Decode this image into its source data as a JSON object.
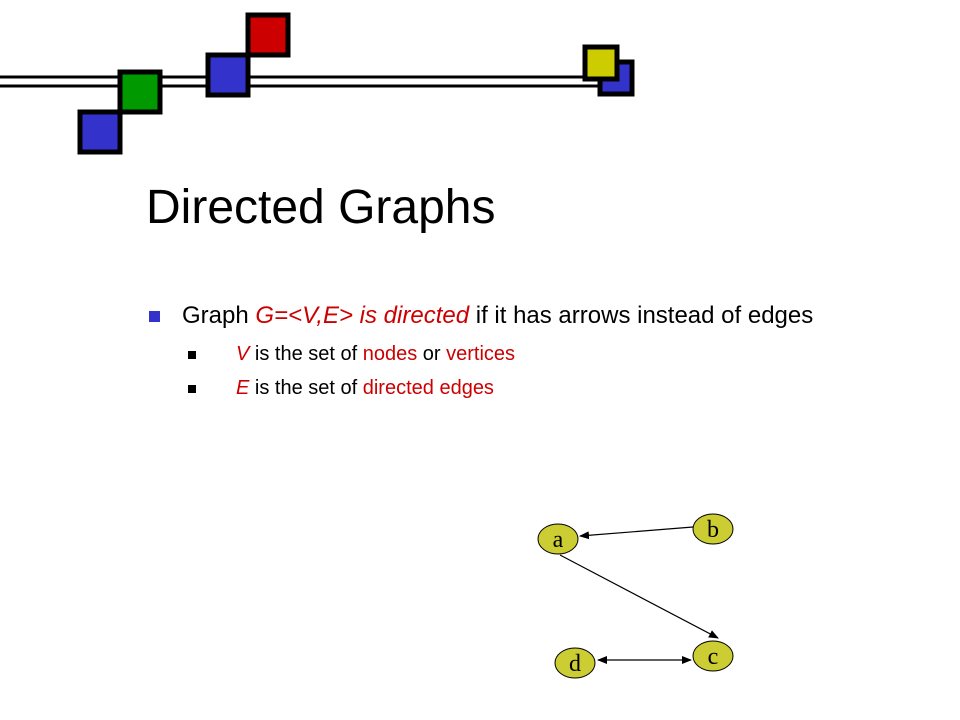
{
  "slide": {
    "title": "Directed Graphs",
    "bullet1": {
      "part1": "Graph ",
      "part2": "G=<V,E>",
      "part3": " ",
      "part4": "is directed",
      "part5": " if it has arrows instead of edges"
    },
    "bullet2": {
      "part1": "V",
      "part2": " is the set of ",
      "part3": "nodes",
      "part4": " or ",
      "part5": "vertices"
    },
    "bullet3": {
      "part1": "E",
      "part2": " is the set of ",
      "part3": "directed edges"
    }
  },
  "graph": {
    "nodes": [
      {
        "label": "a"
      },
      {
        "label": "b"
      },
      {
        "label": "c"
      },
      {
        "label": "d"
      }
    ],
    "node_fill": "#cccc33",
    "edges": [
      {
        "from": "b",
        "to": "a",
        "directed": true
      },
      {
        "from": "a",
        "to": "c",
        "directed": true
      },
      {
        "from": "d",
        "to": "c",
        "directed": true,
        "bidirectional": true
      }
    ]
  },
  "colors": {
    "accent_red": "#cc0000",
    "bullet_blue": "#3333cc",
    "decor_blue": "#3333cc",
    "decor_green": "#009900",
    "decor_red": "#cc0000",
    "decor_yellow": "#cccc00"
  }
}
